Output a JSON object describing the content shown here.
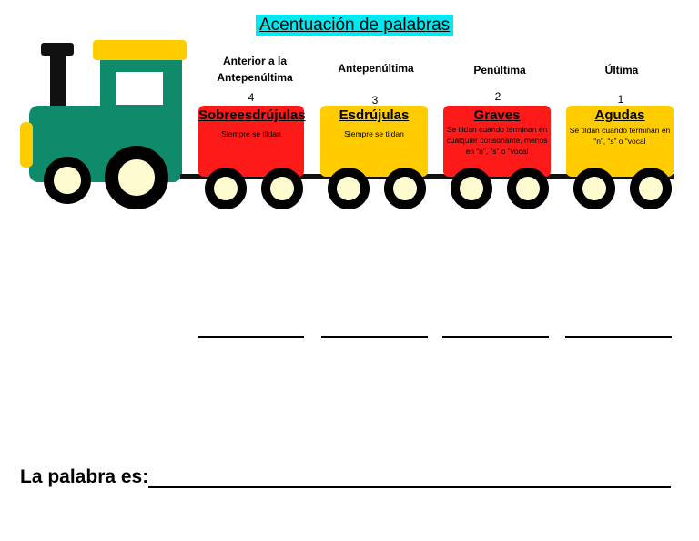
{
  "title": "Acentuación de palabras",
  "headers": {
    "anterior_line1": "Anterior a la",
    "anterior_line2": "Antepenúltima",
    "antepenultima": "Antepenúltima",
    "penultima": "Penúltima",
    "ultima": "Última"
  },
  "numbers": [
    "4",
    "3",
    "2",
    "1"
  ],
  "cars": [
    {
      "name": "Sobreesdrújulas",
      "desc": "Siempre se tildan",
      "color": "#ff1a1a"
    },
    {
      "name": "Esdrújulas",
      "desc": "Siempre se tildan",
      "color": "#ffcc00"
    },
    {
      "name": "Graves",
      "desc": "Se tildan cuando terminan en cualquier consonante, menos en “n”, “s” o “vocal",
      "color": "#ff1a1a"
    },
    {
      "name": "Agudas",
      "desc": "Se tildan cuando terminan en “n”, “s” o “vocal",
      "color": "#ffcc00"
    }
  ],
  "answer": {
    "label": "La palabra es:"
  },
  "colors": {
    "locomotive_body": "#0f8a6b",
    "chimney": "#111111",
    "roof": "#ffcc00",
    "title_highlight": "#00e8f0"
  }
}
